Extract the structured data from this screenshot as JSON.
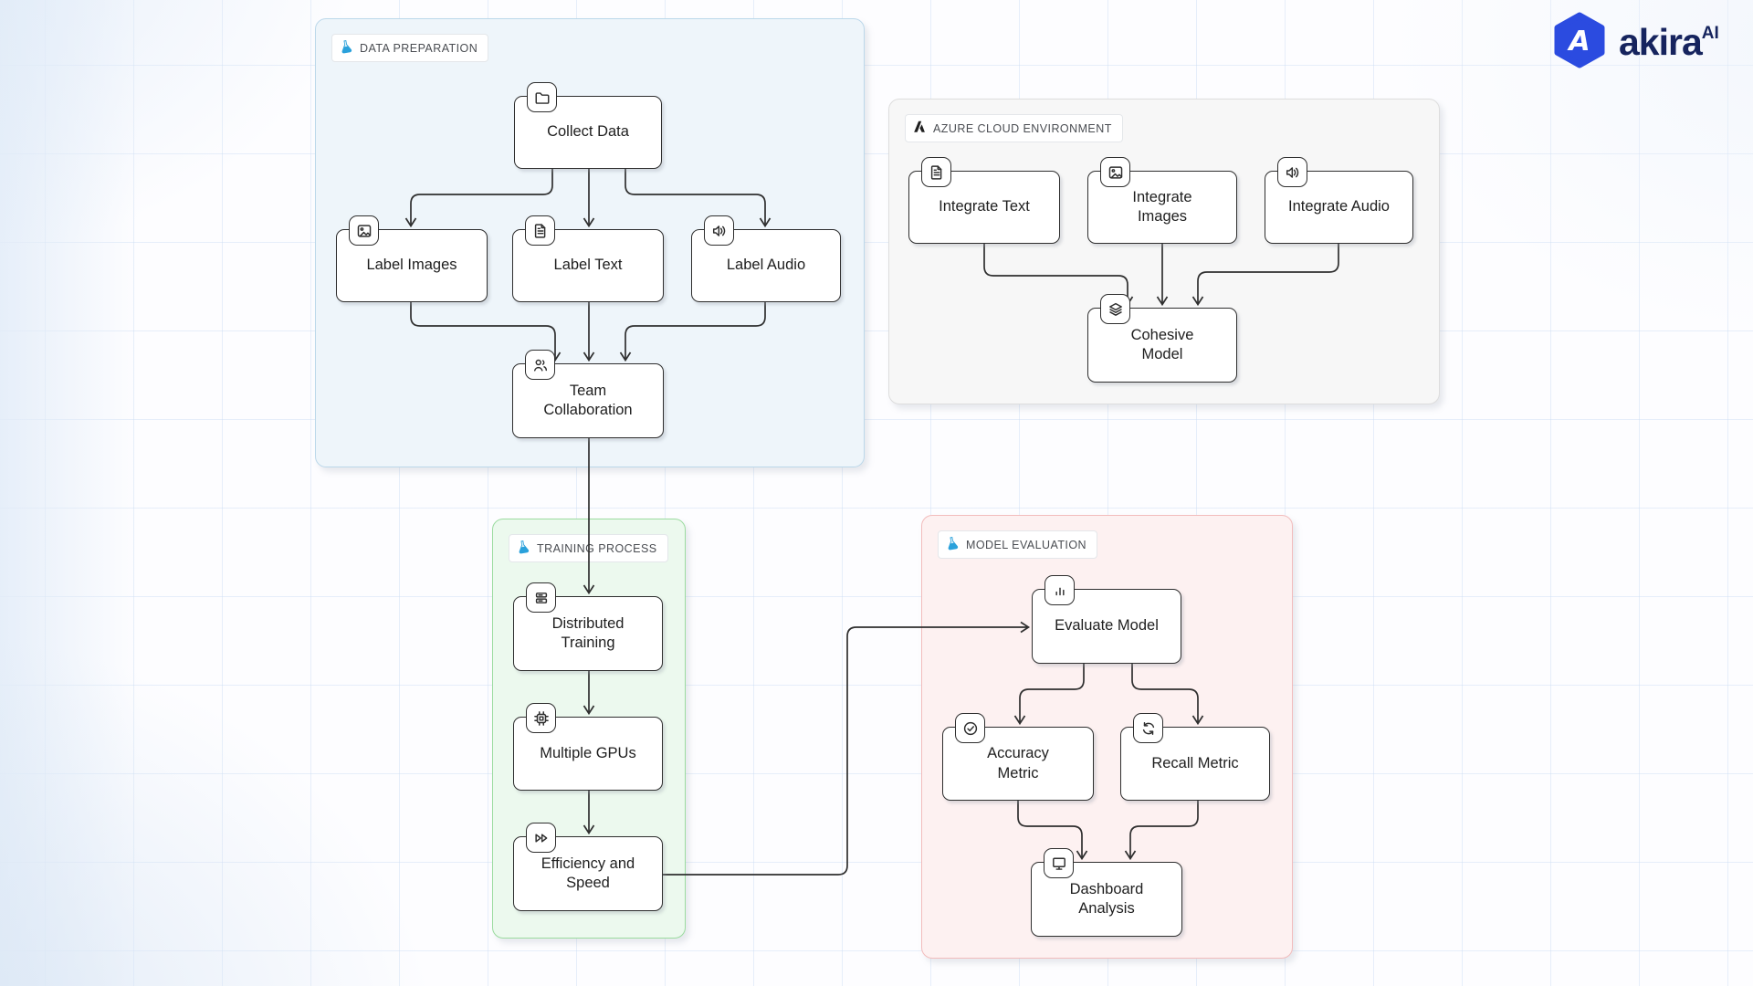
{
  "brand": {
    "name": "akira",
    "superscript": "AI"
  },
  "groups": {
    "data_preparation": {
      "label": "DATA PREPARATION",
      "icon": "flask-icon",
      "fill": "#eef5fa",
      "border": "#bcd8ea"
    },
    "azure_cloud": {
      "label": "AZURE CLOUD ENVIRONMENT",
      "icon": "azure-icon",
      "fill": "#f7f7f7",
      "border": "#dddddd"
    },
    "training_process": {
      "label": "TRAINING PROCESS",
      "icon": "flask-icon",
      "fill": "#ecf9ee",
      "border": "#9bdb9f"
    },
    "model_evaluation": {
      "label": "MODEL EVALUATION",
      "icon": "flask-icon",
      "fill": "#fdf1f1",
      "border": "#f2bcbc"
    }
  },
  "nodes": {
    "collect_data": {
      "label": "Collect Data",
      "icon": "folder-icon"
    },
    "label_images": {
      "label": "Label Images",
      "icon": "image-icon"
    },
    "label_text": {
      "label": "Label Text",
      "icon": "file-text-icon"
    },
    "label_audio": {
      "label": "Label Audio",
      "icon": "volume-icon"
    },
    "team_collaboration": {
      "label": "Team Collaboration",
      "icon": "users-icon"
    },
    "integrate_text": {
      "label": "Integrate Text",
      "icon": "file-text-icon"
    },
    "integrate_images": {
      "label": "Integrate Images",
      "icon": "image-icon"
    },
    "integrate_audio": {
      "label": "Integrate Audio",
      "icon": "volume-icon"
    },
    "cohesive_model": {
      "label": "Cohesive Model",
      "icon": "layers-icon"
    },
    "distributed_training": {
      "label": "Distributed Training",
      "icon": "server-icon"
    },
    "multiple_gpus": {
      "label": "Multiple GPUs",
      "icon": "chip-icon"
    },
    "efficiency_speed": {
      "label": "Efficiency and Speed",
      "icon": "fast-forward-icon"
    },
    "evaluate_model": {
      "label": "Evaluate Model",
      "icon": "bar-chart-icon"
    },
    "accuracy_metric": {
      "label": "Accuracy Metric",
      "icon": "check-circle-icon"
    },
    "recall_metric": {
      "label": "Recall Metric",
      "icon": "refresh-icon"
    },
    "dashboard_analysis": {
      "label": "Dashboard Analysis",
      "icon": "monitor-icon"
    }
  },
  "edges": [
    {
      "from": "collect_data",
      "to": "label_images"
    },
    {
      "from": "collect_data",
      "to": "label_text"
    },
    {
      "from": "collect_data",
      "to": "label_audio"
    },
    {
      "from": "label_images",
      "to": "team_collaboration"
    },
    {
      "from": "label_text",
      "to": "team_collaboration"
    },
    {
      "from": "label_audio",
      "to": "team_collaboration"
    },
    {
      "from": "team_collaboration",
      "to": "distributed_training"
    },
    {
      "from": "distributed_training",
      "to": "multiple_gpus"
    },
    {
      "from": "multiple_gpus",
      "to": "efficiency_speed"
    },
    {
      "from": "efficiency_speed",
      "to": "evaluate_model"
    },
    {
      "from": "evaluate_model",
      "to": "accuracy_metric"
    },
    {
      "from": "evaluate_model",
      "to": "recall_metric"
    },
    {
      "from": "accuracy_metric",
      "to": "dashboard_analysis"
    },
    {
      "from": "recall_metric",
      "to": "dashboard_analysis"
    },
    {
      "from": "integrate_text",
      "to": "cohesive_model"
    },
    {
      "from": "integrate_images",
      "to": "cohesive_model"
    },
    {
      "from": "integrate_audio",
      "to": "cohesive_model"
    }
  ],
  "colors": {
    "flask_accent": "#2AA1DB",
    "edge_stroke": "#2f2f2f",
    "logo_hexagon": "#2B4BE0",
    "logo_text": "#16245E",
    "grid_line": "#cbdcf3"
  }
}
